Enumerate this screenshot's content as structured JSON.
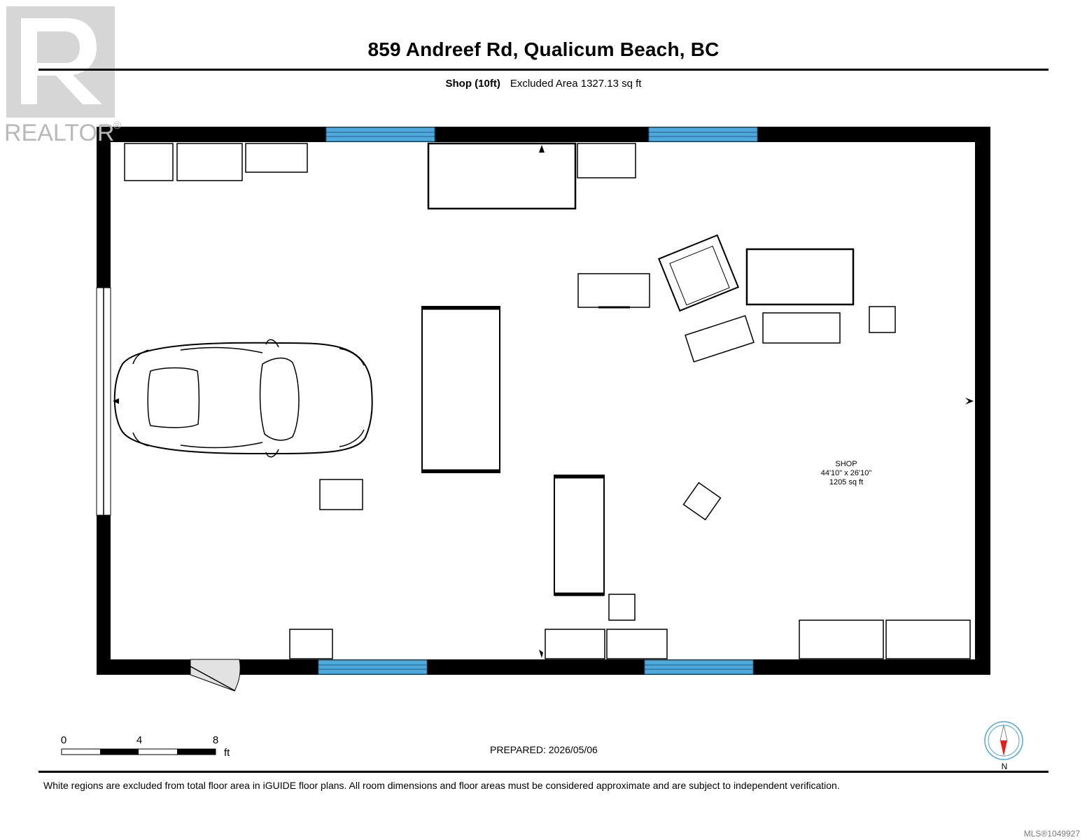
{
  "logo": {
    "text": "REALTOR",
    "mark": "®",
    "icon": "realtor-r-logo"
  },
  "header": {
    "title": "859 Andreef Rd, Qualicum Beach, BC",
    "level": "Shop (10ft)",
    "excluded_area": "Excluded Area 1327.13 sq ft"
  },
  "room": {
    "name": "SHOP",
    "dimensions": "44'10\" x 26'10\"",
    "area": "1205 sq ft"
  },
  "scale": {
    "ticks": [
      "0",
      "4",
      "8"
    ],
    "unit": "ft"
  },
  "prepared": "PREPARED: 2026/05/06",
  "compass": {
    "label": "N",
    "icon": "north-arrow-icon"
  },
  "disclaimer": "White regions are excluded from total floor area in iGUIDE floor plans. All room dimensions and floor areas must be considered approximate and are subject to independent verification.",
  "mls": "MLS®1049927",
  "colors": {
    "window": "#4fa9dc",
    "wall": "#000000",
    "logo_bg": "#d6d6d6",
    "door_swing": "#e2e2e2"
  }
}
